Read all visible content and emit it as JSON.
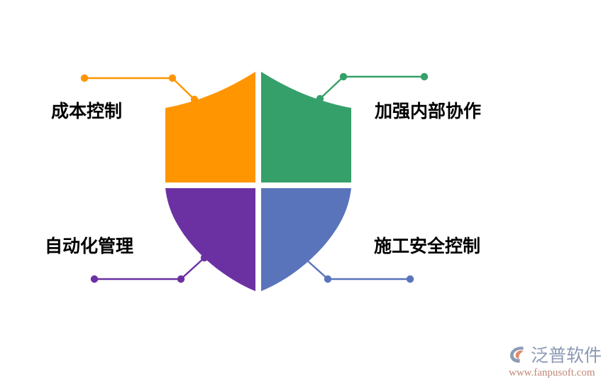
{
  "diagram": {
    "type": "shield-quadrant-diagram",
    "background_color": "#ffffff",
    "center_graphic": {
      "name": "shield",
      "quadrants": [
        {
          "id": "top-left",
          "color": "#FF9500",
          "label_ref": "cost_control"
        },
        {
          "id": "top-right",
          "color": "#36A06A",
          "label_ref": "internal_collaboration"
        },
        {
          "id": "bottom-left",
          "color": "#6B31A3",
          "label_ref": "automated_management"
        },
        {
          "id": "bottom-right",
          "color": "#5A74BC",
          "label_ref": "construction_safety"
        }
      ]
    },
    "labels": {
      "cost_control": "成本控制",
      "internal_collaboration": "加强内部协作",
      "automated_management": "自动化管理",
      "construction_safety": "施工安全控制"
    },
    "connectors": [
      {
        "id": "connector-cost-control",
        "color": "#FF9500",
        "side": "left",
        "dots": 3
      },
      {
        "id": "connector-internal-collaboration",
        "color": "#36A06A",
        "side": "right",
        "dots": 3
      },
      {
        "id": "connector-automated-management",
        "color": "#6B31A3",
        "side": "left",
        "dots": 3
      },
      {
        "id": "connector-construction-safety",
        "color": "#5A74BC",
        "side": "right",
        "dots": 2
      }
    ]
  },
  "brand": {
    "name": "泛普软件",
    "url": "www.fanpusoft.com",
    "mark_color_primary": "#8c9ab4",
    "mark_color_accent": "#e08a6a",
    "name_color": "#8c9ab4",
    "url_color": "#c08878"
  }
}
